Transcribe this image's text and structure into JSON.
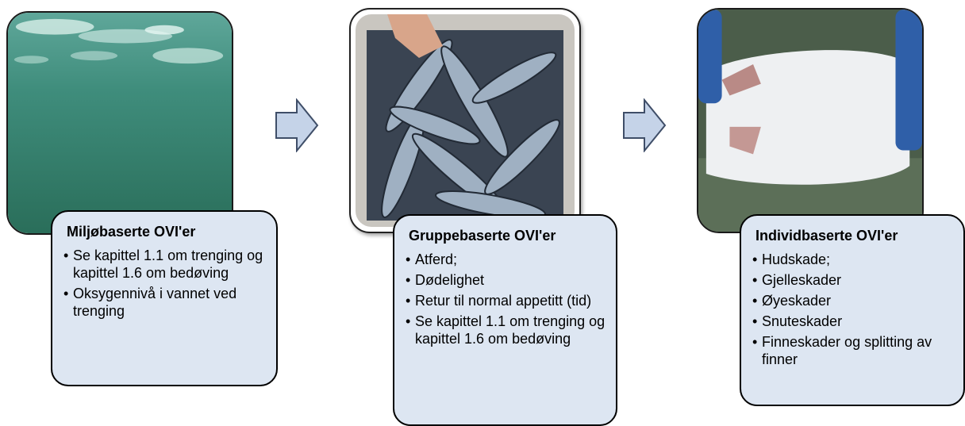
{
  "colors": {
    "box_fill": "#dde6f2",
    "arrow_fill": "#c5d3e8",
    "border": "#000000"
  },
  "stages": [
    {
      "image": "underwater-sea-photo",
      "title": "Miljøbaserte OVI'er",
      "items": [
        "Se kapittel 1.1 om trenging og kapittel 1.6 om bedøving",
        "Oksygennivå i vannet ved trenging"
      ]
    },
    {
      "image": "salmon-in-container-photo",
      "title": "Gruppebaserte OVI'er",
      "items": [
        "Atferd;",
        "Dødelighet",
        "Retur til normal appetitt (tid)",
        "Se kapittel 1.1 om trenging og kapittel 1.6 om bedøving"
      ]
    },
    {
      "image": "salmon-in-hands-photo",
      "title": "Individbaserte OVI'er",
      "items": [
        "Hudskade;",
        "Gjelleskader",
        "Øyeskader",
        "Snuteskader",
        "Finneskader og splitting av finner"
      ]
    }
  ],
  "bullet": "•",
  "arrow_icon": "right-block-arrow"
}
